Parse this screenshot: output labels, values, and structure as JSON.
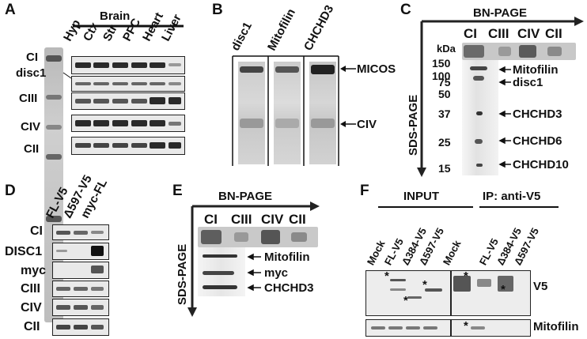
{
  "panels": {
    "A": {
      "letter": "A",
      "group": "Brain",
      "lanes": [
        "Hyp",
        "Ctx",
        "Str",
        "PFC",
        "Heart",
        "Liver"
      ],
      "rows": [
        "CI",
        "disc1",
        "CIII",
        "CIV",
        "CII"
      ]
    },
    "B": {
      "letter": "B",
      "lanes": [
        "disc1",
        "Mitofilin",
        "CHCHD3"
      ],
      "arrows": [
        "MICOS",
        "CIV"
      ]
    },
    "C": {
      "letter": "C",
      "x_title": "BN-PAGE",
      "y_title": "SDS-PAGE",
      "unit": "kDa",
      "complexes": [
        "CI",
        "CIII",
        "CIV",
        "CII"
      ],
      "markers": [
        "150",
        "100",
        "75",
        "50",
        "37",
        "25",
        "15"
      ],
      "proteins": [
        "Mitofilin",
        "disc1",
        "CHCHD3",
        "CHCHD6",
        "CHCHD10"
      ]
    },
    "D": {
      "letter": "D",
      "lanes": [
        "FL-V5",
        "Δ597-V5",
        "myc-FL"
      ],
      "rows": [
        "CI",
        "DISC1",
        "myc",
        "CIII",
        "CIV",
        "CII"
      ]
    },
    "E": {
      "letter": "E",
      "x_title": "BN-PAGE",
      "y_title": "SDS-PAGE",
      "complexes": [
        "CI",
        "CIII",
        "CIV",
        "CII"
      ],
      "proteins": [
        "Mitofilin",
        "myc",
        "CHCHD3"
      ]
    },
    "F": {
      "letter": "F",
      "input_title": "INPUT",
      "ip_title": "IP: anti-V5",
      "lanes": [
        "Mock",
        "FL-V5",
        "Δ384-V5",
        "Δ597-V5",
        "Mock",
        "FL-V5",
        "Δ384-V5",
        "Δ597-V5"
      ],
      "rows": [
        "V5",
        "Mitofilin"
      ],
      "star": "*"
    }
  },
  "colors": {
    "ink": "#111111",
    "blot_bg": "#e9e9e9",
    "band": "#2a2a2a"
  }
}
